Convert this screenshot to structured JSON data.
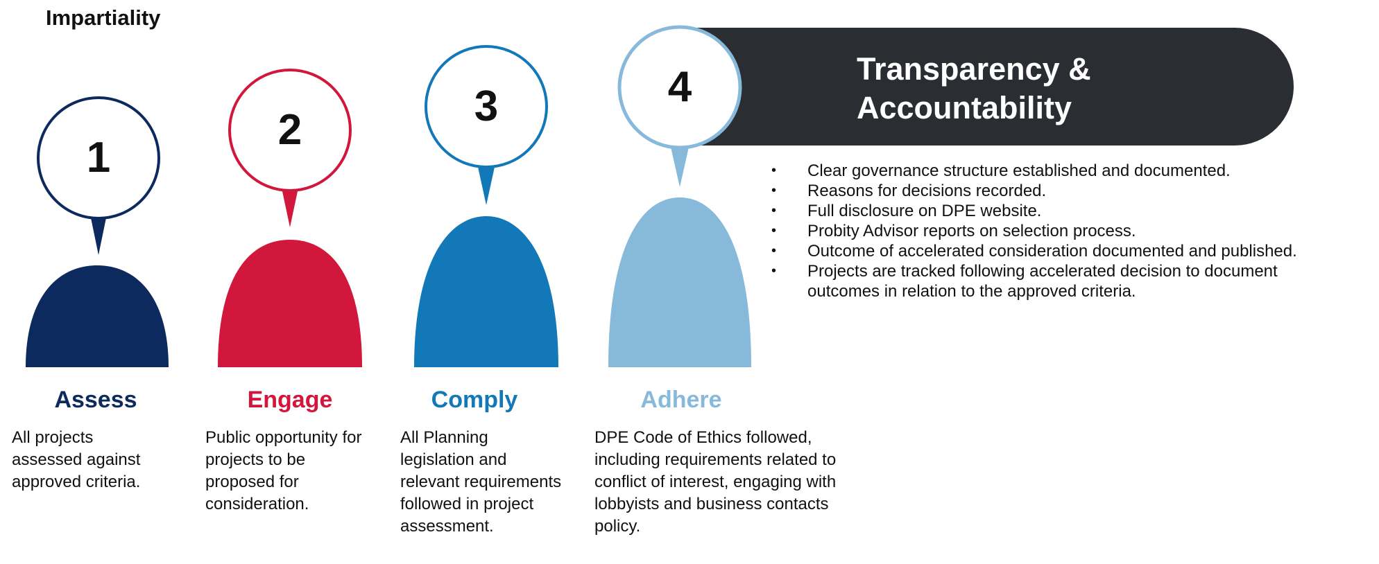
{
  "title": "Impartiality",
  "banner": {
    "title": "Transparency & Accountability"
  },
  "steps": [
    {
      "number": "1",
      "title": "Assess",
      "description": "All projects assessed against approved criteria.",
      "color": "#0d2a5e"
    },
    {
      "number": "2",
      "title": "Engage",
      "description": "Public opportunity for projects to be proposed for consideration.",
      "color": "#d2173c"
    },
    {
      "number": "3",
      "title": "Comply",
      "description": "All Planning legislation and relevant requirements followed in project assessment.",
      "color": "#1278b8"
    },
    {
      "number": "4",
      "title": "Adhere",
      "description": "DPE Code of Ethics followed, including requirements related to conflict of interest, engaging with lobbyists and business contacts policy.",
      "color": "#86b9da"
    }
  ],
  "bullets": [
    "Clear governance structure established and documented.",
    "Reasons for decisions recorded.",
    "Full disclosure on DPE website.",
    "Probity Advisor reports on selection process.",
    "Outcome of accelerated consideration documented and published.",
    "Projects are tracked following accelerated decision to document outcomes in relation to the approved criteria."
  ]
}
